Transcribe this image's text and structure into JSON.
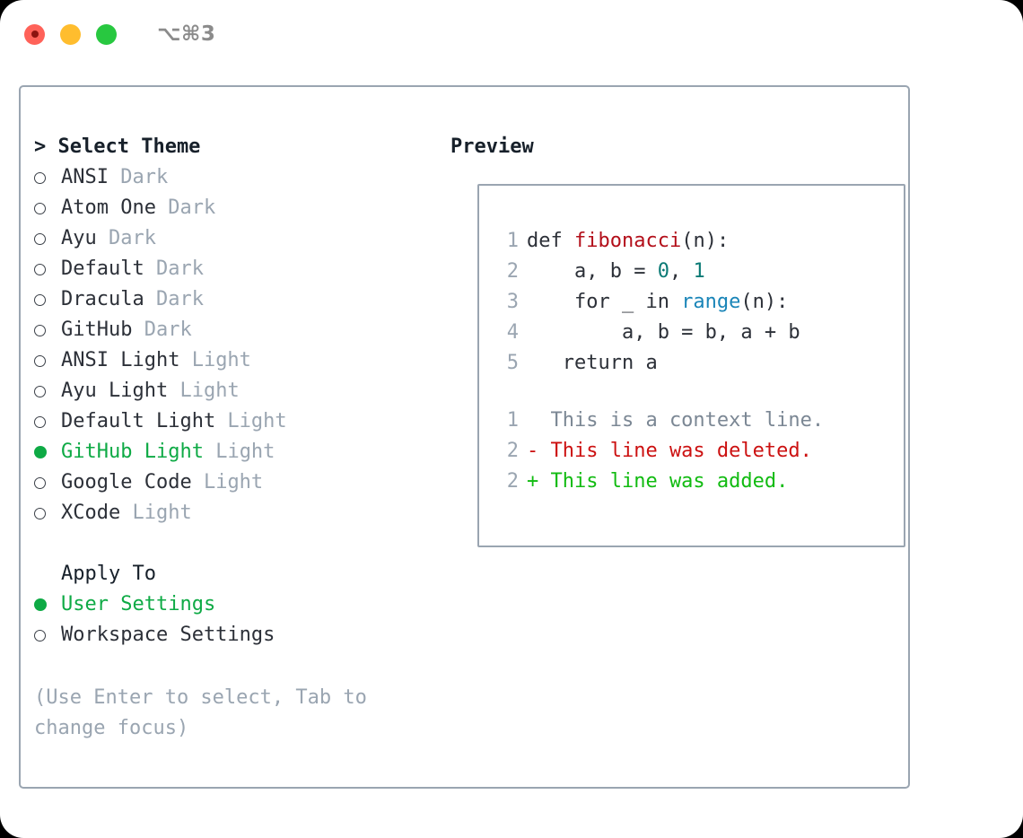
{
  "window": {
    "shortcut": "⌥⌘3",
    "traffic_lights": [
      "close",
      "minimize",
      "maximize"
    ],
    "colors": {
      "close": "#ff6259",
      "minimize": "#ffbd2e",
      "maximize": "#28c840",
      "accent_green": "#0eaa45",
      "muted": "#9aa5b1",
      "border": "#9aa5b1",
      "text": "#2c3038"
    }
  },
  "theme_picker": {
    "heading": "> Select Theme",
    "items": [
      {
        "name": "ANSI",
        "tag": "Dark",
        "selected": false
      },
      {
        "name": "Atom One",
        "tag": "Dark",
        "selected": false
      },
      {
        "name": "Ayu",
        "tag": "Dark",
        "selected": false
      },
      {
        "name": "Default",
        "tag": "Dark",
        "selected": false
      },
      {
        "name": "Dracula",
        "tag": "Dark",
        "selected": false
      },
      {
        "name": "GitHub",
        "tag": "Dark",
        "selected": false
      },
      {
        "name": "ANSI Light",
        "tag": "Light",
        "selected": false
      },
      {
        "name": "Ayu Light",
        "tag": "Light",
        "selected": false
      },
      {
        "name": "Default Light",
        "tag": "Light",
        "selected": false
      },
      {
        "name": "GitHub Light",
        "tag": "Light",
        "selected": true
      },
      {
        "name": "Google Code",
        "tag": "Light",
        "selected": false
      },
      {
        "name": "XCode",
        "tag": "Light",
        "selected": false
      }
    ]
  },
  "apply_to": {
    "heading": "Apply To",
    "items": [
      {
        "name": "User Settings",
        "selected": true
      },
      {
        "name": "Workspace Settings",
        "selected": false
      }
    ]
  },
  "hint": "(Use Enter to select, Tab to change focus)",
  "preview": {
    "heading": "Preview",
    "code_lines": [
      {
        "number": "1",
        "tokens": [
          {
            "text": "def ",
            "kind": "plain"
          },
          {
            "text": "fibonacci",
            "kind": "fn"
          },
          {
            "text": "(n):",
            "kind": "plain"
          }
        ]
      },
      {
        "number": "2",
        "tokens": [
          {
            "text": "    a, b = ",
            "kind": "plain"
          },
          {
            "text": "0",
            "kind": "num"
          },
          {
            "text": ", ",
            "kind": "plain"
          },
          {
            "text": "1",
            "kind": "num"
          }
        ]
      },
      {
        "number": "3",
        "tokens": [
          {
            "text": "    for _ in ",
            "kind": "plain"
          },
          {
            "text": "range",
            "kind": "call"
          },
          {
            "text": "(n):",
            "kind": "plain"
          }
        ]
      },
      {
        "number": "4",
        "tokens": [
          {
            "text": "        a, b = b, a + b",
            "kind": "plain"
          }
        ]
      },
      {
        "number": "5",
        "tokens": [
          {
            "text": "   return a",
            "kind": "plain"
          }
        ]
      }
    ],
    "diff_lines": [
      {
        "number": "1",
        "marker": " ",
        "text": "This is a context line.",
        "kind": "context"
      },
      {
        "number": "2",
        "marker": "-",
        "text": "This line was deleted.",
        "kind": "del"
      },
      {
        "number": "2",
        "marker": "+",
        "text": "This line was added.",
        "kind": "add"
      }
    ]
  }
}
